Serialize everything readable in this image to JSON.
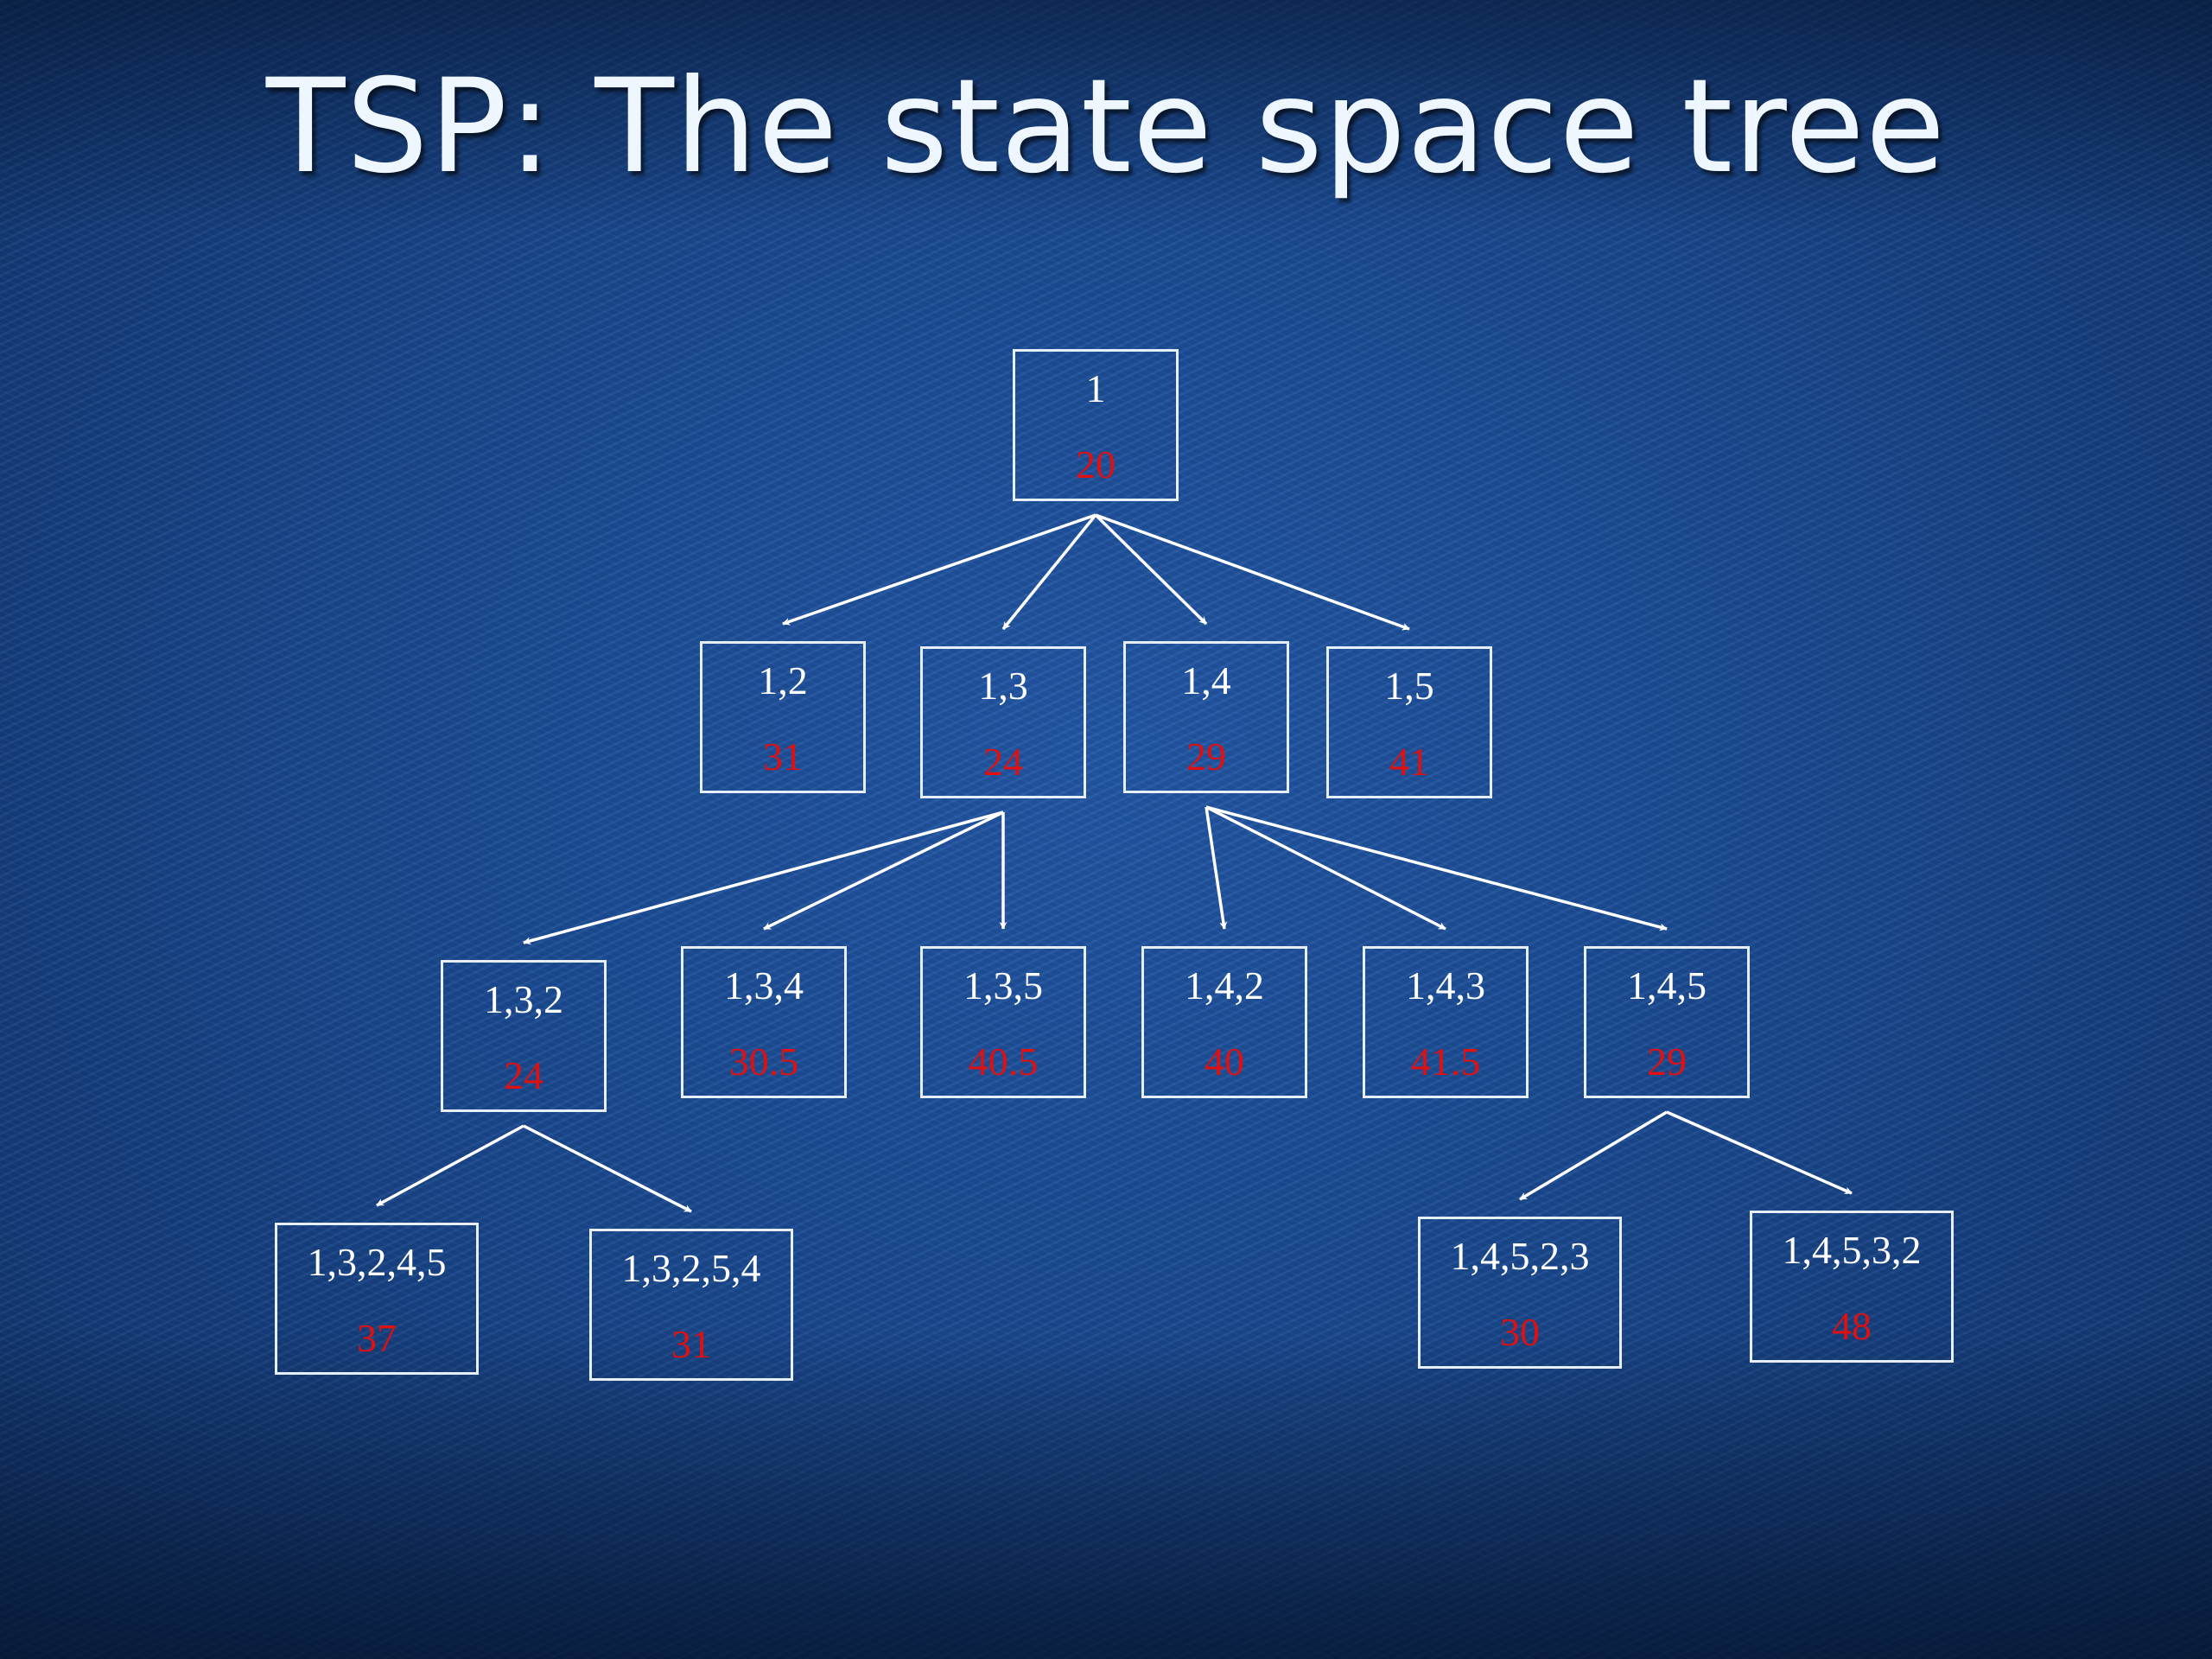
{
  "title": "TSP: The state space tree",
  "colors": {
    "node_border": "#e6eef8",
    "label": "#ffffff",
    "cost": "#e01010",
    "edge": "#ffffff"
  },
  "nodes": [
    {
      "id": "n1",
      "label": "1",
      "cost": "20"
    },
    {
      "id": "n12",
      "label": "1,2",
      "cost": "31"
    },
    {
      "id": "n13",
      "label": "1,3",
      "cost": "24"
    },
    {
      "id": "n14",
      "label": "1,4",
      "cost": "29"
    },
    {
      "id": "n15",
      "label": "1,5",
      "cost": "41"
    },
    {
      "id": "n132",
      "label": "1,3,2",
      "cost": "24"
    },
    {
      "id": "n134",
      "label": "1,3,4",
      "cost": "30.5"
    },
    {
      "id": "n135",
      "label": "1,3,5",
      "cost": "40.5"
    },
    {
      "id": "n142",
      "label": "1,4,2",
      "cost": "40"
    },
    {
      "id": "n143",
      "label": "1,4,3",
      "cost": "41.5"
    },
    {
      "id": "n145",
      "label": "1,4,5",
      "cost": "29"
    },
    {
      "id": "n13245",
      "label": "1,3,2,4,5",
      "cost": "37"
    },
    {
      "id": "n13254",
      "label": "1,3,2,5,4",
      "cost": "31"
    },
    {
      "id": "n14523",
      "label": "1,4,5,2,3",
      "cost": "30"
    },
    {
      "id": "n14532",
      "label": "1,4,5,3,2",
      "cost": "48"
    }
  ],
  "edges": [
    {
      "from": "n1",
      "to": "n12"
    },
    {
      "from": "n1",
      "to": "n13"
    },
    {
      "from": "n1",
      "to": "n14"
    },
    {
      "from": "n1",
      "to": "n15"
    },
    {
      "from": "n13",
      "to": "n132"
    },
    {
      "from": "n13",
      "to": "n134"
    },
    {
      "from": "n13",
      "to": "n135"
    },
    {
      "from": "n14",
      "to": "n142"
    },
    {
      "from": "n14",
      "to": "n143"
    },
    {
      "from": "n14",
      "to": "n145"
    },
    {
      "from": "n132",
      "to": "n13245"
    },
    {
      "from": "n132",
      "to": "n13254"
    },
    {
      "from": "n145",
      "to": "n14523"
    },
    {
      "from": "n145",
      "to": "n14532"
    }
  ]
}
